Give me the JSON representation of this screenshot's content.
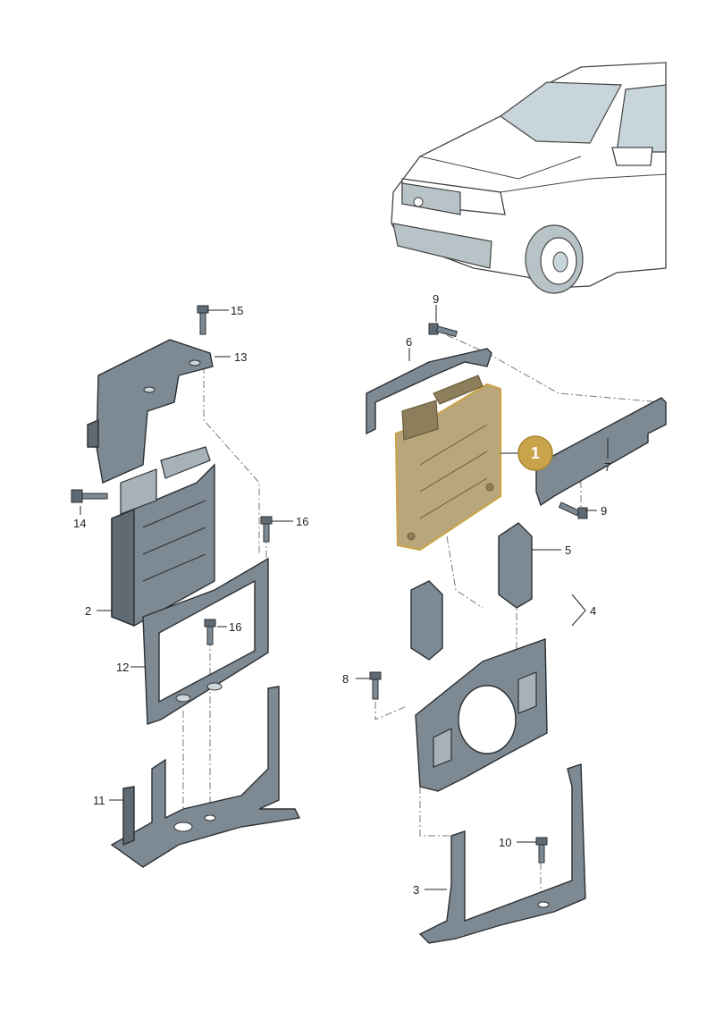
{
  "callouts": {
    "c1": "1",
    "c2": "2",
    "c3": "3",
    "c4": "4",
    "c5": "5",
    "c6": "6",
    "c7": "7",
    "c8": "8",
    "c9a": "9",
    "c9b": "9",
    "c10": "10",
    "c11": "11",
    "c12": "12",
    "c13": "13",
    "c14": "14",
    "c15": "15",
    "c16a": "16",
    "c16b": "16"
  },
  "colors": {
    "highlight_fill": "#b9a67c",
    "highlight_badge": "#c9a44b",
    "part_gray": "#7e8a93"
  }
}
